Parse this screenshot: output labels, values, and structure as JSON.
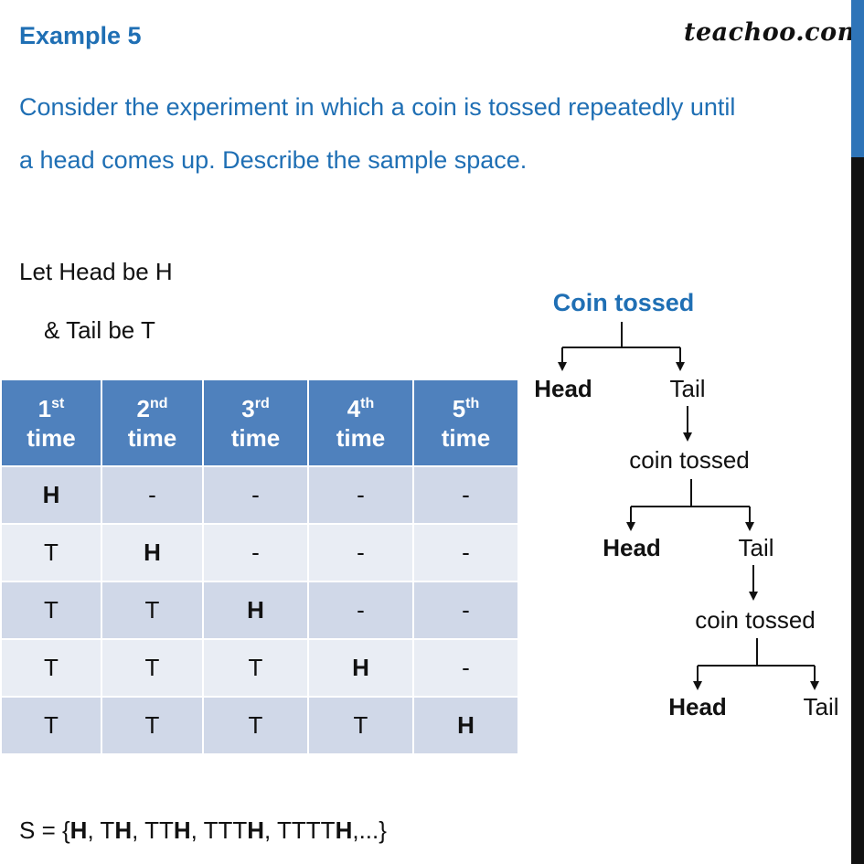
{
  "heading": "Example 5",
  "brand": "teachoo.com",
  "question": {
    "line1": "Consider the experiment in which a coin is tossed repeatedly until",
    "line2": "a head comes up. Describe the sample space."
  },
  "definitions": {
    "head": "Let Head be H",
    "tail": "& Tail be T"
  },
  "table": {
    "headers": [
      {
        "num": "1",
        "suffix": "st",
        "word": "time"
      },
      {
        "num": "2",
        "suffix": "nd",
        "word": "time"
      },
      {
        "num": "3",
        "suffix": "rd",
        "word": "time"
      },
      {
        "num": "4",
        "suffix": "th",
        "word": "time"
      },
      {
        "num": "5",
        "suffix": "th",
        "word": "time"
      }
    ],
    "rows": [
      [
        "H",
        "-",
        "-",
        "-",
        "-"
      ],
      [
        "T",
        "H",
        "-",
        "-",
        "-"
      ],
      [
        "T",
        "T",
        "H",
        "-",
        "-"
      ],
      [
        "T",
        "T",
        "T",
        "H",
        "-"
      ],
      [
        "T",
        "T",
        "T",
        "T",
        "H"
      ]
    ]
  },
  "sample_space": {
    "prefix": "S = {",
    "items": [
      {
        "plain": "",
        "bold": "H"
      },
      {
        "plain": "T",
        "bold": "H"
      },
      {
        "plain": "TT",
        "bold": "H"
      },
      {
        "plain": "TTT",
        "bold": "H"
      },
      {
        "plain": "TTTT",
        "bold": "H"
      }
    ],
    "suffix": ",...}"
  },
  "tree": {
    "root": "Coin tossed",
    "level1": {
      "left": "Head",
      "right": "Tail"
    },
    "level2": {
      "node": "coin tossed",
      "left": "Head",
      "right": "Tail"
    },
    "level3": {
      "node": "coin tossed",
      "left": "Head",
      "right": "Tail"
    }
  },
  "colors": {
    "accent_blue": "#1f6fb4",
    "table_header": "#4f81bd",
    "row_dark": "#d0d8e8",
    "row_light": "#e9edf4",
    "scrollbar_thumb": "#2e74b8"
  }
}
